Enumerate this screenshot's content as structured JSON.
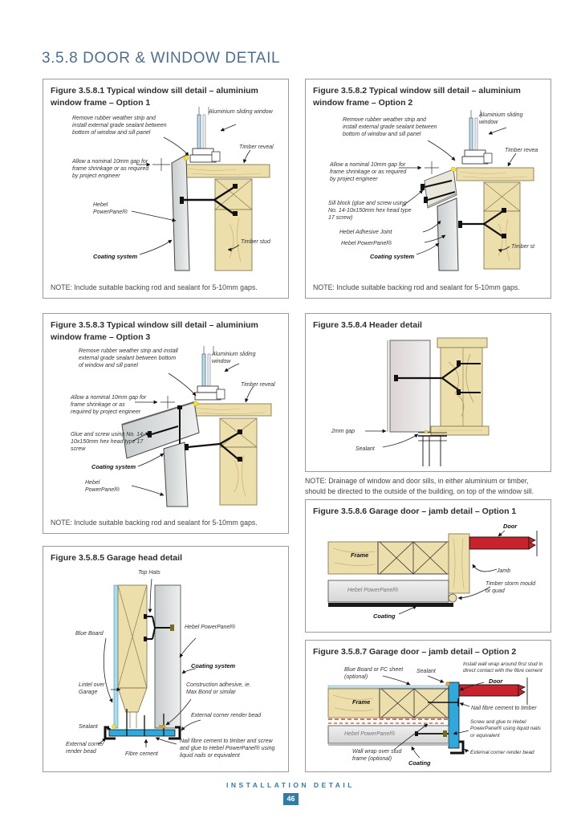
{
  "page": {
    "title": "3.5.8 DOOR & WINDOW DETAIL"
  },
  "footer": {
    "section_label": "INSTALLATION DETAIL",
    "page_number": "46"
  },
  "colors": {
    "heading_accent": "#4e6f8f",
    "footer_teal": "#2e7da8",
    "timber": "#eddfac",
    "panel_gray": "#d9dcdd",
    "door_red": "#c8232c",
    "blue_board": "#2fa8dc",
    "sealant_yellow": "#f2e23c"
  },
  "fig1": {
    "title": "Figure 3.5.8.1 Typical window sill detail – aluminium window frame – Option 1",
    "labels": {
      "remove_weather": "Remove rubber weather strip and install external grade sealant between bottom of window and sill panel",
      "aluminium_window": "Aluminium sliding window",
      "timber_reveal": "Timber reveal",
      "allow_gap": "Allow a nominal 10mm gap for frame shrinkage or as required by project engineer",
      "hebel_panel": "Hebel PowerPanel®",
      "coating_system": "Coating system",
      "timber_stud": "Timber stud"
    },
    "note": "NOTE:  Include suitable backing rod and sealant for 5-10mm gaps."
  },
  "fig2": {
    "title": "Figure 3.5.8.2 Typical window sill detail – aluminium window frame – Option 2",
    "labels": {
      "remove_weather": "Remove rubber weather strip and install external grade sealant between bottom of window and sill panel",
      "aluminium_window": "Aluminium sliding window",
      "timber_reveal": "Timber revea",
      "allow_gap": "Allow a nominal 10mm gap for frame shrinkage or as required by project engineer",
      "sill_block": "Sill block (glue and screw using No. 14-10x150mm hex head type 17 screw)",
      "adhesive_joint": "Hebel Adhesive Joint",
      "hebel_panel": "Hebel PowerPanel®",
      "coating_system": "Coating system",
      "timber_stud": "Timber st"
    },
    "note": "NOTE:  Include suitable backing rod and sealant for 5-10mm gaps."
  },
  "fig3": {
    "title": "Figure 3.5.8.3 Typical window sill detail – aluminium window frame – Option 3",
    "labels": {
      "remove_weather": "Remove rubber weather strip and install external grade sealant between bottom of window and sill panel",
      "aluminium_window": "Aluminium sliding window",
      "timber_reveal": "Timber reveal",
      "allow_gap": "Allow a nominal 10mm gap for frame shrinkage or as required by project engineer",
      "glue_screw": "Glue and screw using No. 14-10x150mm hex head type 17 screw",
      "coating_system": "Coating system",
      "hebel_panel": "Hebel PowerPanel®"
    },
    "note": "NOTE:  Include suitable backing rod and sealant for 5-10mm gaps."
  },
  "fig4": {
    "title": "Figure 3.5.8.4 Header detail",
    "labels": {
      "gap_2mm": "2mm gap",
      "sealant": "Sealant"
    },
    "note": "NOTE: Drainage of window and door sills, in either aluminium or timber, should be directed to the outside of the building, on top of the window sill."
  },
  "fig5": {
    "title": "Figure 3.5.8.5 Garage head detail",
    "labels": {
      "top_hats": "Top Hats",
      "blue_board": "Blue Board",
      "hebel_panel": "Hebel PowerPanel®",
      "coating_system": "Coating system",
      "lintel": "Lintel over Garage",
      "construction_adhesive": "Construction adhesive, ie. Max Bond or similar",
      "sealant": "Sealant",
      "ext_bead_left": "External corner render bead",
      "fibre_cement": "Fibre cement",
      "ext_bead_right": "External corner render bead",
      "nail_fibre": "Nail fibre cement to timber and screw and glue to Hebel PowerPanel® using liquid nails or equivalent"
    }
  },
  "fig6": {
    "title": "Figure 3.5.8.6 Garage door – jamb detail – Option 1",
    "labels": {
      "door": "Door",
      "frame": "Frame",
      "jamb": "Jamb",
      "timber_storm": "Timber storm mould or quad",
      "hebel_panel": "Hebel PowerPanel®",
      "coating": "Coating"
    }
  },
  "fig7": {
    "title": "Figure 3.5.8.7 Garage door – jamb detail – Option 2",
    "labels": {
      "blue_board": "Blue Board or FC sheet (optional)",
      "sealant": "Sealant",
      "install_wrap": "Install wall wrap around first stud in direct contact with the fibre cement",
      "door": "Door",
      "frame": "Frame",
      "nail_fibre": "Nail fibre cement to timber",
      "hebel_panel": "Hebel PowerPanel®",
      "screw_glue": "Screw and glue to Hebel PowerPanel® using liquid nails or equivalent",
      "wall_wrap": "Wall wrap over stud frame (optional)",
      "coating": "Coating",
      "ext_bead": "External corner render bead"
    }
  }
}
